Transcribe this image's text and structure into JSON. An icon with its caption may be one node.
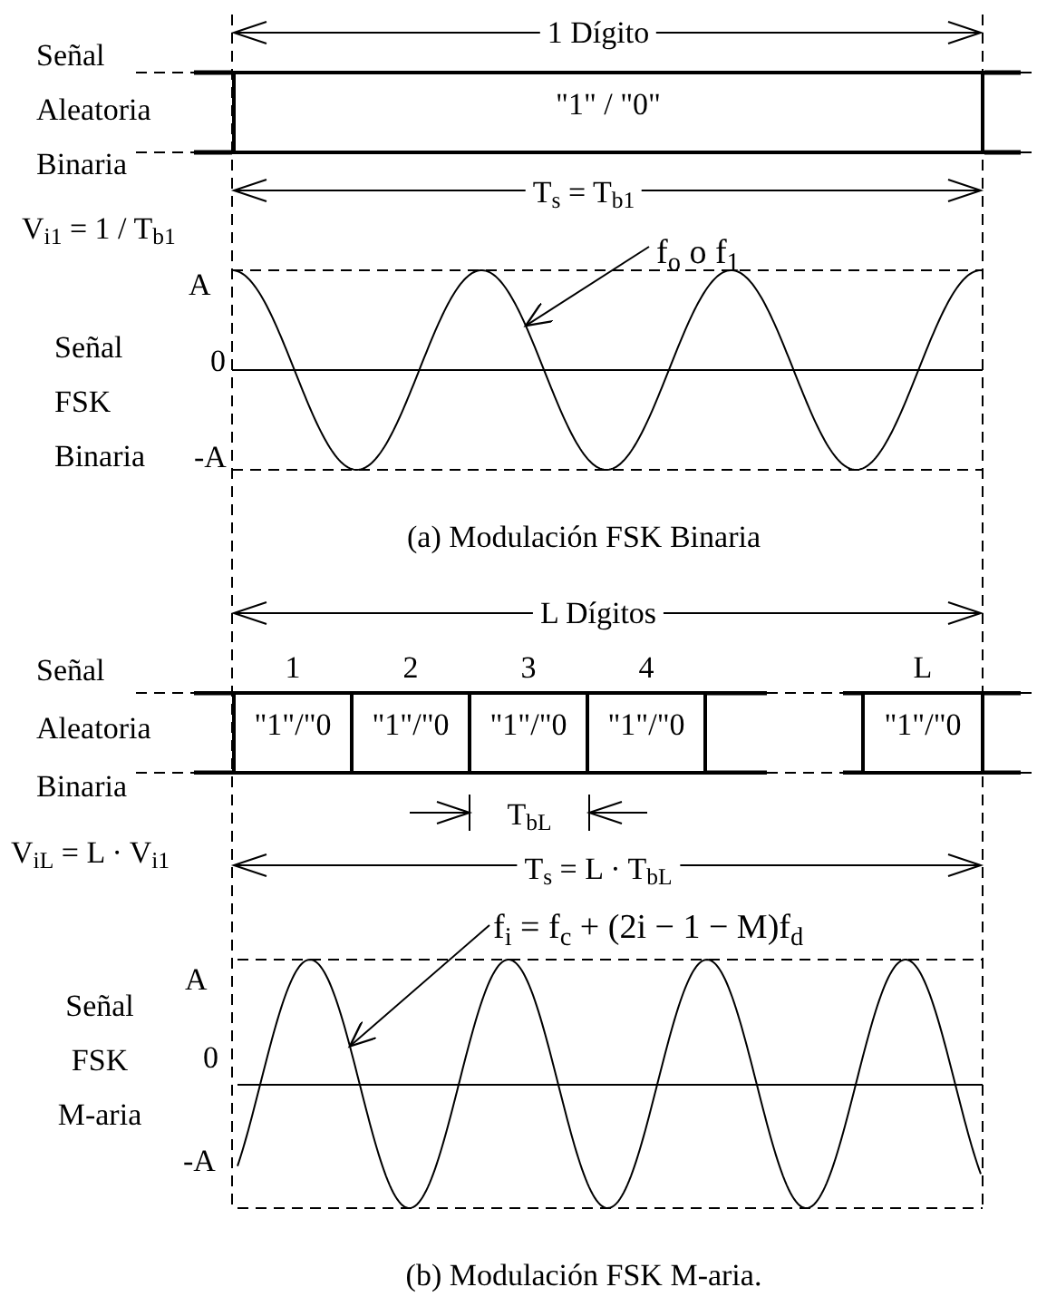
{
  "diagram": {
    "nodes": [
      {
        "text": [
          "\"1\" / \"0\""
        ]
      },
      {
        "text": [],
        "shape": "bar"
      },
      {
        "text": [
          "\"1\"/\"0"
        ],
        "beside": [
          "1"
        ],
        "in": 1
      },
      {
        "text": [
          "\"1\"/\"0"
        ],
        "beside": [
          "2"
        ],
        "in": 1
      },
      {
        "text": [
          "\"1\"/\"0"
        ],
        "beside": [
          "3"
        ],
        "in": 1
      },
      {
        "text": [
          "\"1\"/\"0"
        ],
        "beside": [
          "4"
        ],
        "in": 1
      },
      {
        "text": [
          "\"1\"/\"0"
        ],
        "beside": [
          "L"
        ],
        "in": 1
      },
      {
        "text": [
          "f$_{o}$  o  f$_{1}$"
        ]
      },
      {
        "text": [],
        "shape": "picture"
      },
      {
        "text": [
          "f$_{i}$ = f$_{c}$ + (2i − 1 − M)f$_{d}$"
        ]
      },
      {
        "text": [],
        "shape": "picture"
      }
    ],
    "edges": [
      {
        "from": 7,
        "to": 8,
        "arrow": "to"
      },
      {
        "from": 9,
        "to": 10,
        "arrow": "to"
      }
    ],
    "labels": [
      "1 Dígito",
      "Señal Aleatoria Binaria",
      "T$_{s}$ = T$_{b1}$",
      "V$_{i1}$ = 1 / T$_{b1}$",
      "A",
      "0",
      "Señal FSK Binaria",
      "-A",
      "(a)  Modulación FSK Binaria",
      "L Dígitos",
      "Señal Aleatoria Binaria",
      "T$_{bL}$",
      "V$_{iL}$ = L · V$_{i1}$",
      "T$_{s}$ = L · T$_{bL}$",
      "A",
      "0",
      "Señal FSK M-aria",
      "-A",
      "(b)  Modulación FSK M-aria."
    ]
  }
}
